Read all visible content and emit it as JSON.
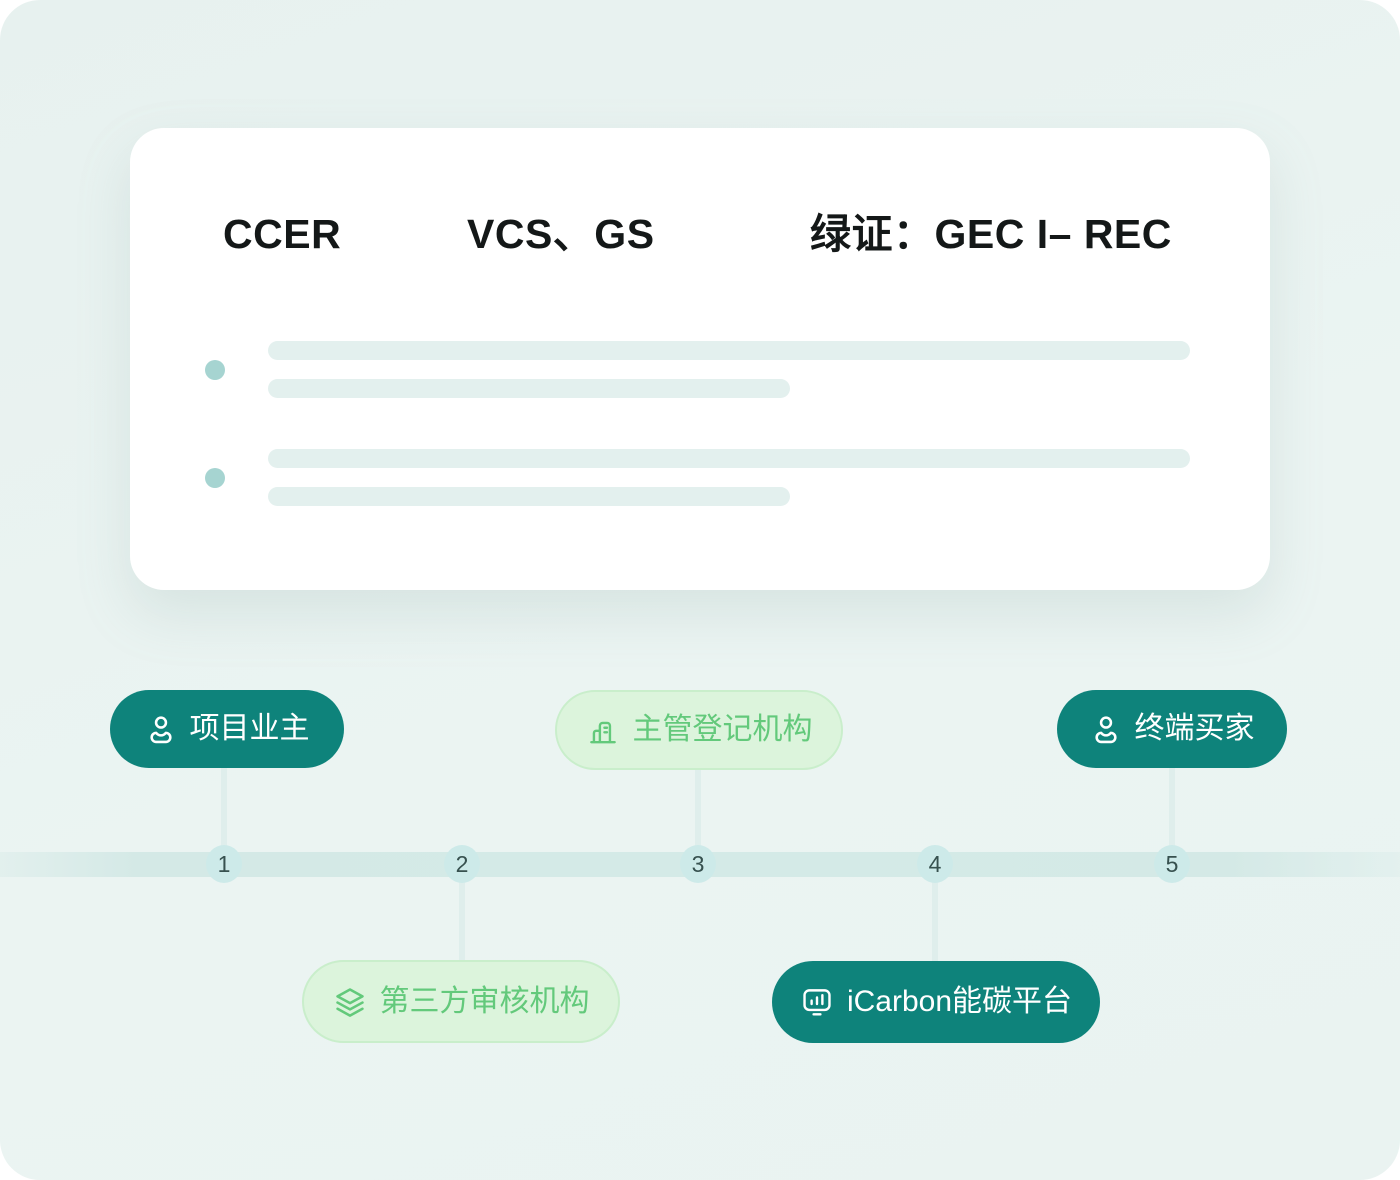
{
  "standards_card": {
    "items": [
      {
        "label": "CCER"
      },
      {
        "label": "VCS、GS"
      },
      {
        "label": "绿证：GEC I– REC"
      }
    ],
    "bullet_rows": 2,
    "bars_per_row": 2
  },
  "timeline": {
    "steps": [
      {
        "number": "1"
      },
      {
        "number": "2"
      },
      {
        "number": "3"
      },
      {
        "number": "4"
      },
      {
        "number": "5"
      }
    ]
  },
  "entities": [
    {
      "label": "项目业主",
      "icon": "user-icon",
      "style": "dark",
      "row": "top",
      "step": "1"
    },
    {
      "label": "主管登记机构",
      "icon": "building-icon",
      "style": "light",
      "row": "top",
      "step": "3"
    },
    {
      "label": "终端买家",
      "icon": "user-icon",
      "style": "dark",
      "row": "top",
      "step": "5"
    },
    {
      "label": "第三方审核机构",
      "icon": "layers-icon",
      "style": "light",
      "row": "bottom",
      "step": "2"
    },
    {
      "label": "iCarbon能碳平台",
      "icon": "monitor-chart-icon",
      "style": "dark",
      "row": "bottom",
      "step": "4"
    }
  ],
  "colors": {
    "canvas_bg": "#EAF3F1",
    "card_bg": "#FFFFFF",
    "heading_text": "#141818",
    "placeholder_bar": "#E3F0EE",
    "bullet_dot": "#A6D4D1",
    "timeline_band": "#D2E9E6",
    "connector": "#DFEEEC",
    "step_circle_bg": "#CDEAE9",
    "step_number": "#37514F",
    "pill_dark_bg": "#0E837B",
    "pill_dark_text": "#FFFFFF",
    "pill_light_bg": "#DCF4DC",
    "pill_light_border": "#C9EECB",
    "pill_light_text": "#63C97B"
  }
}
